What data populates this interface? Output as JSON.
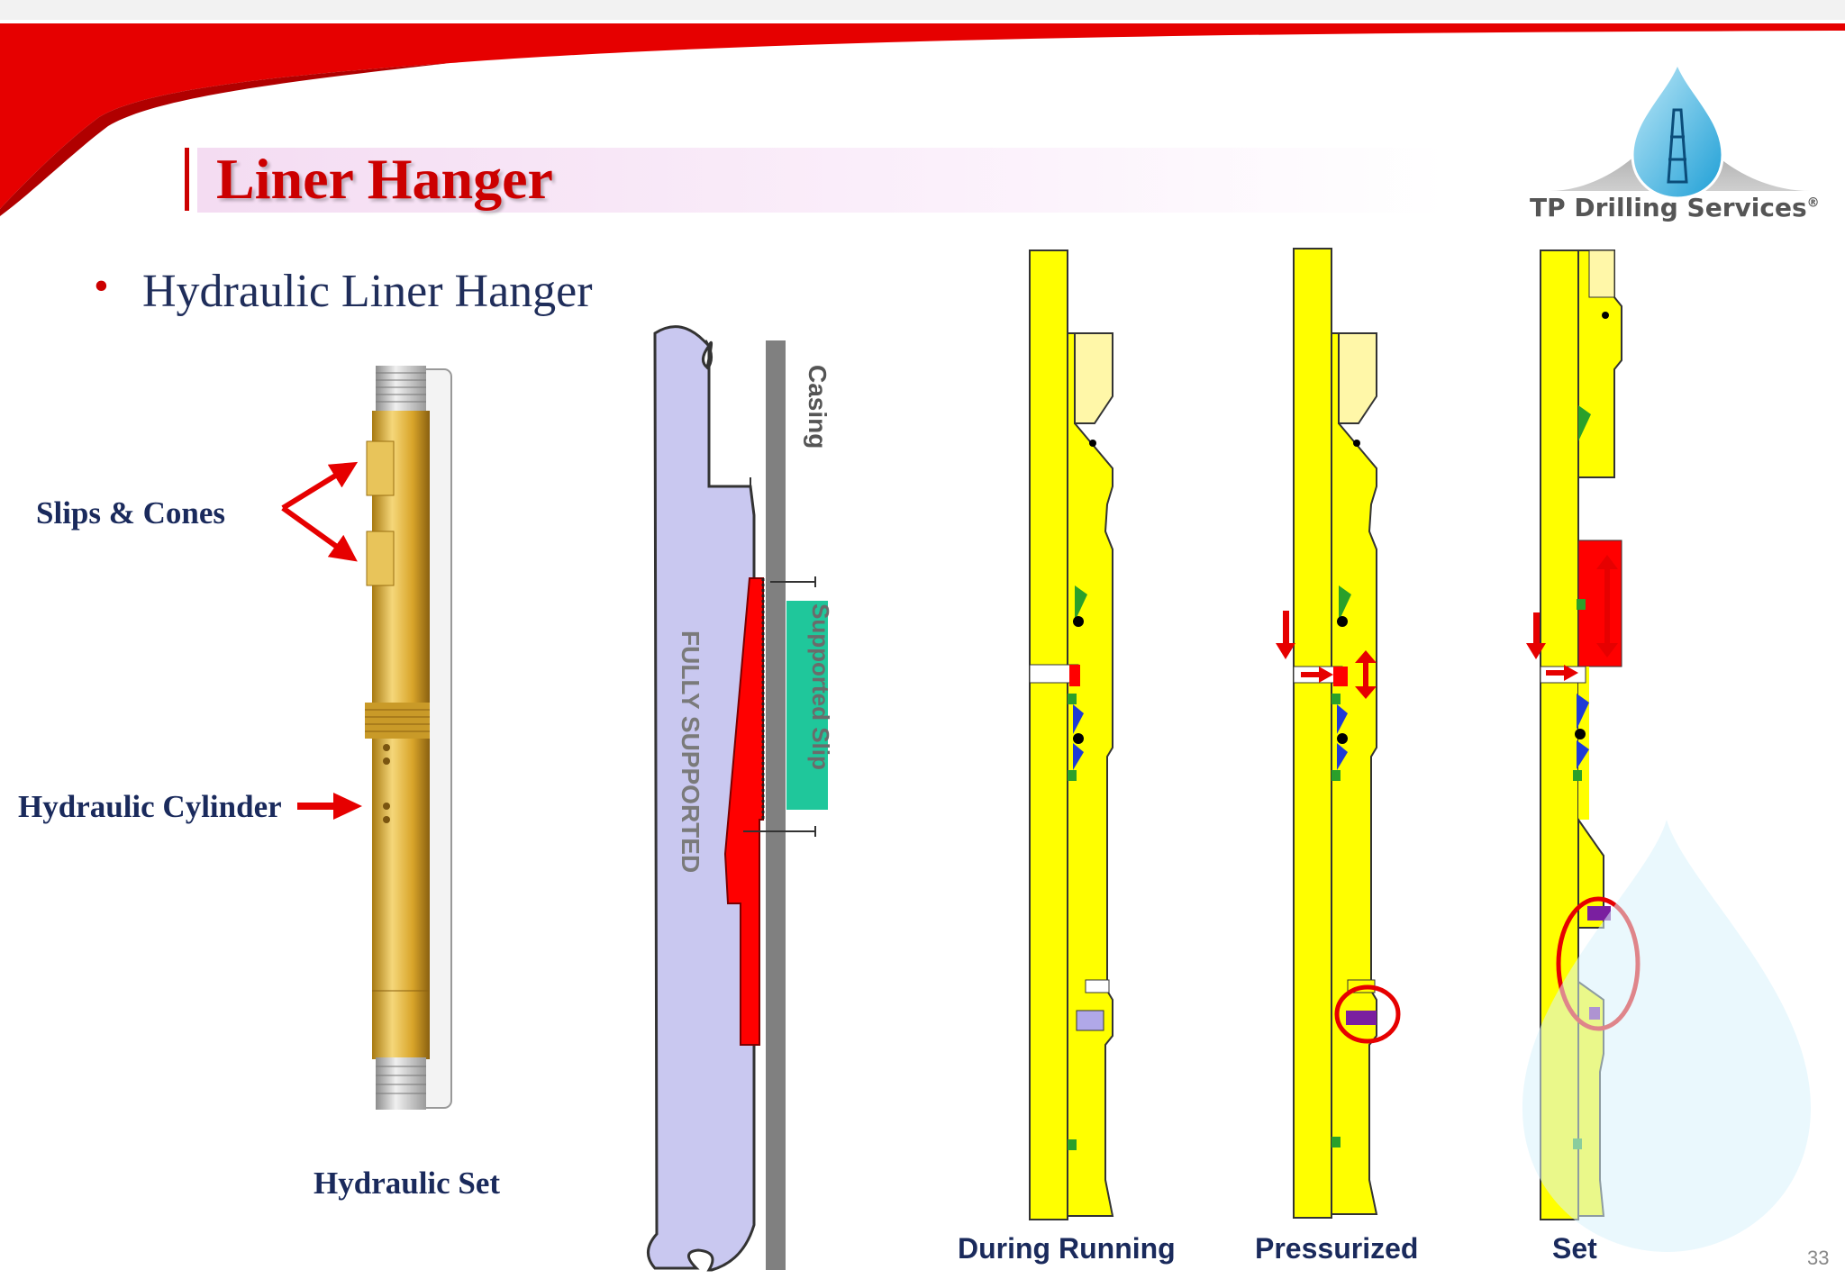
{
  "slide": {
    "title": "Liner Hanger",
    "bullet": "Hydraulic Liner Hanger",
    "page_number": "33"
  },
  "logo": {
    "company": "TP Drilling Services",
    "registered_mark": "®"
  },
  "tool_figure": {
    "callout_slips": "Slips & Cones",
    "callout_cylinder": "Hydraulic Cylinder",
    "caption": "Hydraulic Set"
  },
  "slip_detail": {
    "casing_label": "Casing",
    "fully_supported_label": "FULLY SUPPORTED",
    "supported_slip_label": "Supported Slip"
  },
  "stages": {
    "during_running": "During Running",
    "pressurized": "Pressurized",
    "set": "Set"
  },
  "colors": {
    "accent_red": "#cc0000",
    "navy": "#1a2a5c",
    "tool_yellow": "#ffff00",
    "mandrel_lavender": "#c9c8f0",
    "slip_green": "#1fc79b",
    "casing_grey": "#808080",
    "tool_gold": "#e0b030"
  }
}
